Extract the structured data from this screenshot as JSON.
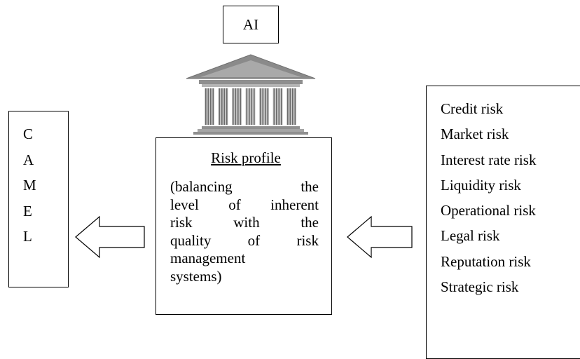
{
  "ai_label": "AI",
  "camel_letters": [
    "C",
    "A",
    "M",
    "E",
    "L"
  ],
  "profile": {
    "title": "Risk profile",
    "lines": [
      [
        "(balancing",
        "the"
      ],
      [
        "level",
        "of",
        "inherent"
      ],
      [
        "risk",
        "with",
        "the"
      ],
      [
        "quality",
        "of",
        "risk"
      ],
      [
        "management"
      ],
      [
        "systems)"
      ]
    ]
  },
  "risks": [
    "Credit risk",
    "Market risk",
    "Interest rate risk",
    "Liquidity risk",
    "Operational risk",
    "Legal risk",
    "Reputation risk",
    "Strategic risk"
  ]
}
